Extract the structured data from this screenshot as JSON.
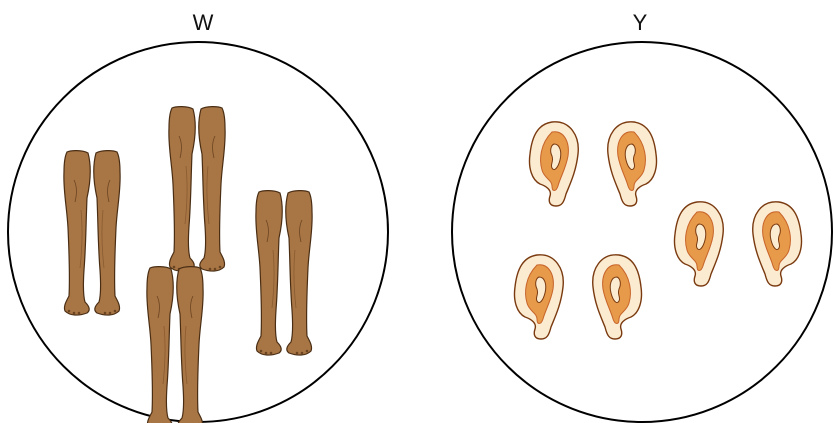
{
  "panels": [
    {
      "label": "W",
      "item": "legs",
      "item_icon": "pair-of-legs-icon",
      "count": 4,
      "colors": {
        "skin": "#A87545",
        "outline": "#4A2E14",
        "shade": "#8A5C30"
      }
    },
    {
      "label": "Y",
      "item": "ears",
      "item_icon": "pair-of-ears-icon",
      "count": 3,
      "colors": {
        "skin": "#FBEBD0",
        "inner": "#E69A4A",
        "outline": "#7A3A10",
        "shade": "#C8642A"
      }
    }
  ],
  "colors": {
    "circle_stroke": "#000000",
    "background": "#ffffff"
  }
}
